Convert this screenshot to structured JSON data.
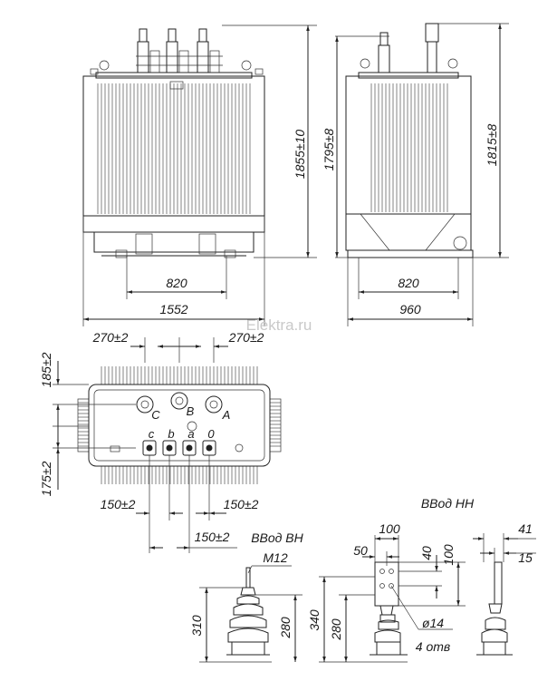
{
  "watermark": "Elektra.ru",
  "front_view": {
    "height_label": "1855±10",
    "base_label": "820",
    "width_label": "1552"
  },
  "side_view": {
    "height_outer_label": "1795±8",
    "height_inner_label": "1815±8",
    "base_label": "820",
    "width_label": "960"
  },
  "top_view": {
    "left_top_label": "270±2",
    "right_top_label": "270±2",
    "upper_side_label": "185±2",
    "lower_side_label": "175±2",
    "bottom_left_label": "150±2",
    "bottom_right_label": "150±2",
    "bottom_center_label": "150±2",
    "hv_terminals": [
      "C",
      "B",
      "A"
    ],
    "lv_terminals": [
      "c",
      "b",
      "a",
      "0"
    ]
  },
  "hv_bushing": {
    "title": "ВВод ВН",
    "thread_label": "M12",
    "height_outer_label": "310",
    "height_inner_label": "280"
  },
  "lv_bushing": {
    "title": "ВВод НН",
    "width_label": "100",
    "offset_label": "50",
    "hole_spacing_label": "40",
    "plate_height_label": "100",
    "height_outer_label": "340",
    "height_inner_label": "280",
    "hole_label": "ø14",
    "hole_count_label": "4 отв",
    "side_width_label": "41",
    "side_thickness_label": "15"
  }
}
